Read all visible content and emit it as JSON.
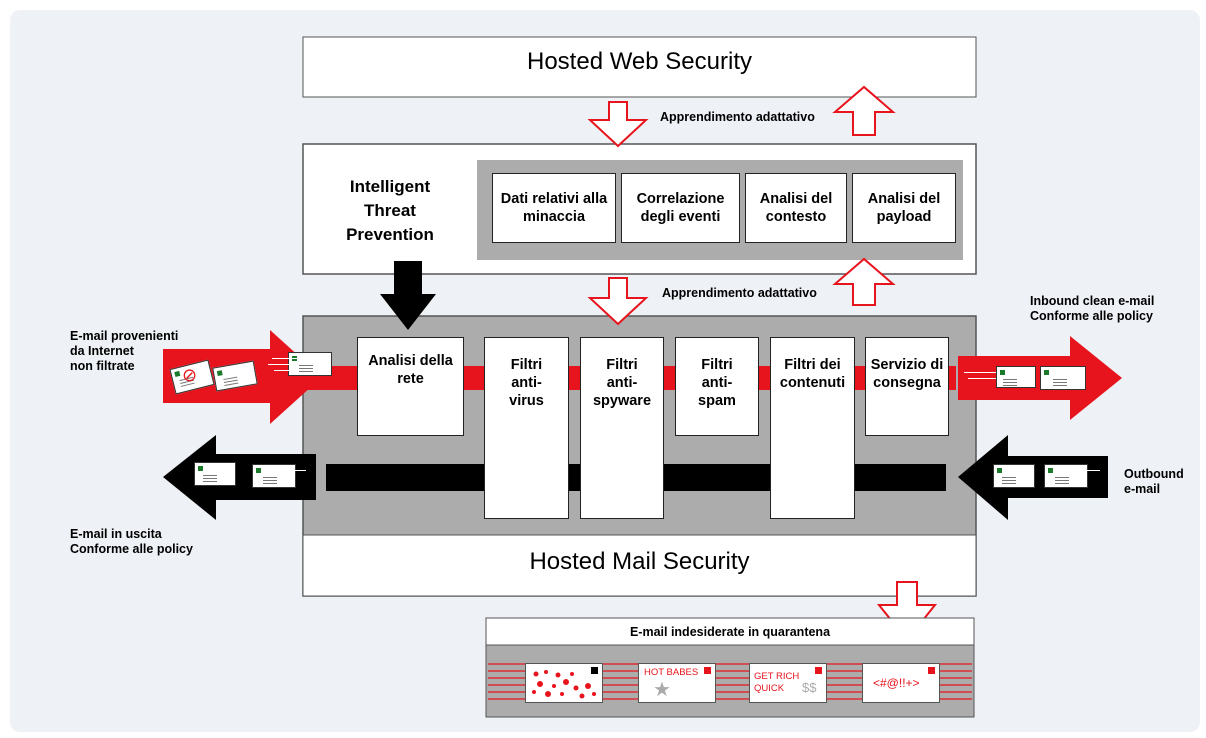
{
  "diagram": {
    "web_security": {
      "label": "Hosted Web Security"
    },
    "adaptive_learning": {
      "top_label": "Apprendimento adattativo",
      "bottom_label": "Apprendimento adattativo"
    },
    "threat_prevention": {
      "title_lines": [
        "Intelligent",
        "Threat",
        "Prevention"
      ],
      "analyses": [
        "Dati relativi alla minaccia",
        "Correlazione degli eventi",
        "Analisi del contesto",
        "Analisi del payload"
      ]
    },
    "mail_security": {
      "label": "Hosted Mail Security",
      "stages": [
        "Analisi della rete",
        "Filtri anti-virus",
        "Filtri anti-spyware",
        "Filtri anti-spam",
        "Filtri dei contenuti",
        "Servizio di consegna"
      ]
    },
    "flows": {
      "inbound_in": [
        "E-mail provenienti",
        "da Internet",
        "non filtrate"
      ],
      "inbound_out": [
        "Inbound clean e-mail",
        "Conforme alle policy"
      ],
      "outbound_in": [
        "Outbound",
        "e-mail"
      ],
      "outbound_out": [
        "E-mail in uscita",
        "Conforme alle policy"
      ]
    },
    "quarantine": {
      "label": "E-mail indesiderate in quarantena",
      "samples": [
        "HOT BABES",
        "GET RICH",
        "QUICK",
        "$$",
        "<#@!!+>"
      ]
    },
    "colors": {
      "accent_red": "#e8141d",
      "flow_black": "#000000",
      "gray_body": "#acacac",
      "panel": "#eef1f5"
    }
  }
}
